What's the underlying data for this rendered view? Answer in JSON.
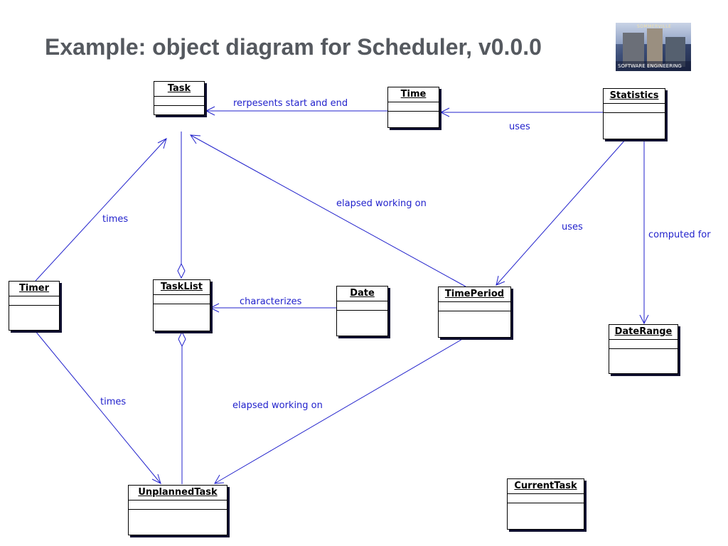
{
  "slide": {
    "title": "Example: object diagram for Scheduler, v0.0.0",
    "logo_top": "SOMMERVILLE",
    "logo_text": "SOFTWARE ENGINEERING"
  },
  "objects": {
    "task": "Task",
    "time": "Time",
    "statistics": "Statistics",
    "timer": "Timer",
    "tasklist": "TaskList",
    "date": "Date",
    "timeperiod": "TimePeriod",
    "daterange": "DateRange",
    "unplannedtask": "UnplannedTask",
    "currenttask": "CurrentTask"
  },
  "labels": {
    "time_task": "rerpesents start and end",
    "stats_time": "uses",
    "timer_task": "times",
    "timeperiod_task": "elapsed working on",
    "stats_timeperiod": "uses",
    "stats_daterange": "computed for",
    "date_tasklist": "characterizes",
    "timer_unplanned": "times",
    "timeperiod_unplanned": "elapsed working on"
  },
  "colors": {
    "link": "#2222cc",
    "title": "#55595f",
    "shadow": "#101030"
  }
}
